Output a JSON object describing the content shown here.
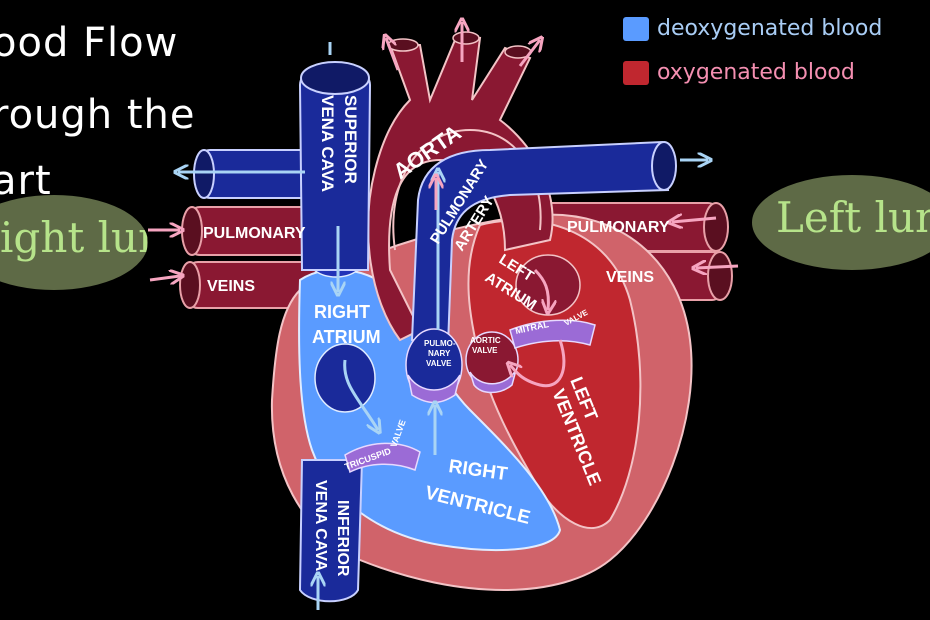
{
  "title": {
    "line1": "ood Flow",
    "line2": "rough the",
    "line3": "art"
  },
  "legend": [
    {
      "label": "deoxygenated blood",
      "color": "#5a9bff",
      "text_color": "#a9cdf5"
    },
    {
      "label": "oxygenated blood",
      "color": "#c0272f",
      "text_color": "#f48fb1"
    }
  ],
  "lungs": {
    "right": "ight lung",
    "left": "Left lung"
  },
  "structures": {
    "superior_vena_cava": [
      "SUPERIOR",
      "VENA CAVA"
    ],
    "inferior_vena_cava": [
      "INFERIOR",
      "VENA CAVA"
    ],
    "aorta": "AORTA",
    "pulmonary_artery": [
      "PULMONARY",
      "ARTERY"
    ],
    "pulmonary_veins_right": [
      "PULMONARY",
      "VEINS"
    ],
    "pulmonary_veins_left": [
      "PULMONARY",
      "VEINS"
    ],
    "right_atrium": [
      "RIGHT",
      "ATRIUM"
    ],
    "right_ventricle": [
      "RIGHT",
      "VENTRICLE"
    ],
    "left_atrium": [
      "LEFT",
      "ATRIUM"
    ],
    "left_ventricle": [
      "LEFT",
      "VENTRICLE"
    ],
    "tricuspid_valve": [
      "TRICUSPID",
      "VALVE"
    ],
    "pulmonary_valve": [
      "PULMO-",
      "NARY",
      "VALVE"
    ],
    "aortic_valve": [
      "AORTIC",
      "VALVE"
    ],
    "mitral_valve": [
      "MITRAL",
      "VALVE"
    ]
  },
  "colors": {
    "deoxygenated": "#5a9bff",
    "deoxygenated_vessel": "#1a2a9a",
    "oxygenated": "#c0272f",
    "oxygenated_vessel": "#8a1832",
    "heart_wall": "#d0636a",
    "arrow_blue": "#a9d4f5",
    "arrow_pink": "#f6a5c0"
  }
}
